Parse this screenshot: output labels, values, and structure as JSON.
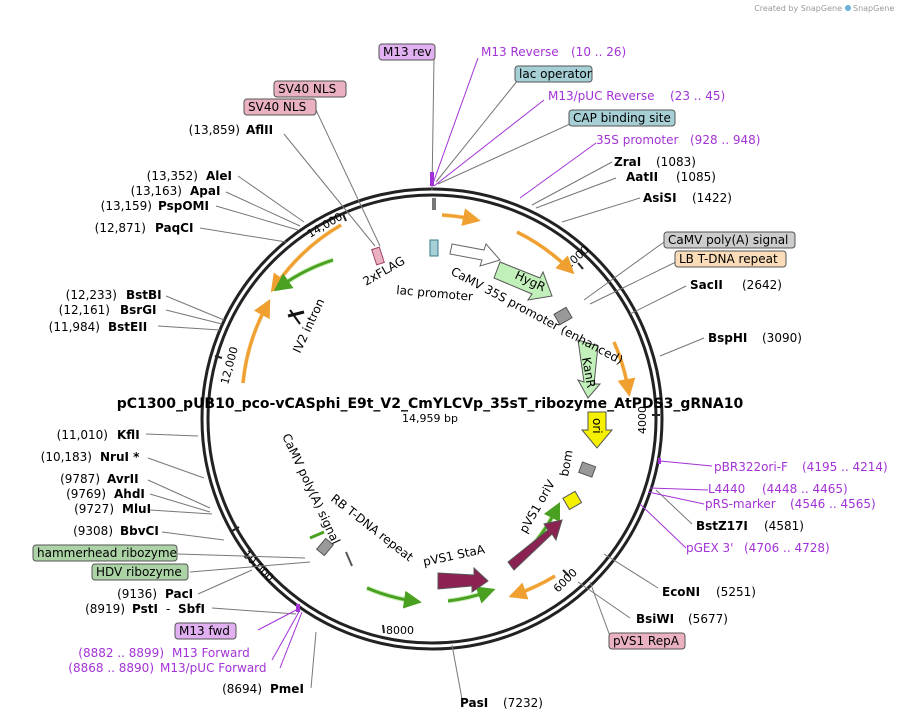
{
  "watermark": "Created by SnapGene",
  "title": "pC1300_pUB10_pco-vCASphi_E9t_V2_CmYLCVp_35sT_ribozyme_AtPDS3_gRNA10",
  "length": "14,959 bp",
  "ticks": [
    "2000",
    "4000",
    "6000",
    "8000",
    "10,000",
    "12,000",
    "14,000"
  ],
  "enzymes": [
    {
      "name": "AflII",
      "pos": "(13,859)"
    },
    {
      "name": "AleI",
      "pos": "(13,352)"
    },
    {
      "name": "ApaI",
      "pos": "(13,163)"
    },
    {
      "name": "PspOMI",
      "pos": "(13,159)"
    },
    {
      "name": "PaqCI",
      "pos": "(12,871)"
    },
    {
      "name": "BstBI",
      "pos": "(12,233)"
    },
    {
      "name": "BsrGI",
      "pos": "(12,161)"
    },
    {
      "name": "BstEII",
      "pos": "(11,984)"
    },
    {
      "name": "KflI",
      "pos": "(11,010)"
    },
    {
      "name": "NruI *",
      "pos": "(10,183)"
    },
    {
      "name": "AvrII",
      "pos": "(9787)"
    },
    {
      "name": "AhdI",
      "pos": "(9769)"
    },
    {
      "name": "MluI",
      "pos": "(9727)"
    },
    {
      "name": "BbvCI",
      "pos": "(9308)"
    },
    {
      "name": "PacI",
      "pos": "(9136)"
    },
    {
      "name": "PstI",
      "pos": "(8919)"
    },
    {
      "name": "SbfI",
      "pos": ""
    },
    {
      "name": "PmeI",
      "pos": "(8694)"
    },
    {
      "name": "PasI",
      "pos": "(7232)"
    },
    {
      "name": "BsiWI",
      "pos": "(5677)"
    },
    {
      "name": "EcoNI",
      "pos": "(5251)"
    },
    {
      "name": "BstZ17I",
      "pos": "(4581)"
    },
    {
      "name": "BspHI",
      "pos": "(3090)"
    },
    {
      "name": "SacII",
      "pos": "(2642)"
    },
    {
      "name": "AsiSI",
      "pos": "(1422)"
    },
    {
      "name": "AatII",
      "pos": "(1085)"
    },
    {
      "name": "ZraI",
      "pos": "(1083)"
    }
  ],
  "primers": [
    {
      "name": "M13 Reverse",
      "pos": "(10 .. 26)"
    },
    {
      "name": "M13/pUC Reverse",
      "pos": "(23 .. 45)"
    },
    {
      "name": "35S promoter",
      "pos": "(928 .. 948)"
    },
    {
      "name": "pBR322ori-F",
      "pos": "(4195 .. 4214)"
    },
    {
      "name": "L4440",
      "pos": "(4448 .. 4465)"
    },
    {
      "name": "pRS-marker",
      "pos": "(4546 .. 4565)"
    },
    {
      "name": "pGEX 3'",
      "pos": "(4706 .. 4728)"
    },
    {
      "name": "M13 Forward",
      "pos": "(8882 .. 8899)"
    },
    {
      "name": "M13/pUC Forward",
      "pos": "(8868 .. 8890)"
    }
  ],
  "boxed_features": [
    {
      "name": "M13 rev",
      "color": "#e0b0f0"
    },
    {
      "name": "lac operator",
      "color": "#a6cfd6"
    },
    {
      "name": "CAP binding site",
      "color": "#a6cfd6"
    },
    {
      "name": "SV40 NLS",
      "color": "#eab2c0"
    },
    {
      "name": "SV40 NLS",
      "color": "#eab2c0"
    },
    {
      "name": "CaMV poly(A) signal",
      "color": "#cccccc"
    },
    {
      "name": "LB T-DNA repeat",
      "color": "#fbdcb8"
    },
    {
      "name": "hammerhead ribozyme",
      "color": "#acd3a6"
    },
    {
      "name": "HDV ribozyme",
      "color": "#acd3a6"
    },
    {
      "name": "M13 fwd",
      "color": "#e0b0f0"
    },
    {
      "name": "pVS1 RepA",
      "color": "#eab2c0"
    }
  ],
  "inner_features": {
    "flag": "2xFLAG",
    "lac_promoter": "lac promoter",
    "camv35s": "CaMV 35S promoter (enhanced)",
    "hygr": "HygR",
    "kanr": "KanR",
    "ori": "ori",
    "bom": "bom",
    "pvs1_oriv": "pVS1 oriV",
    "pvs1_staa": "pVS1 StaA",
    "rb_repeat": "RB T-DNA repeat",
    "camv_polya": "CaMV poly(A) signal",
    "iv2_intron": "IV2 intron"
  },
  "colors": {
    "primer": "#a333d6",
    "orf": "#f0a030",
    "gene": "#7fd060",
    "dark_feature": "#8b2252"
  }
}
